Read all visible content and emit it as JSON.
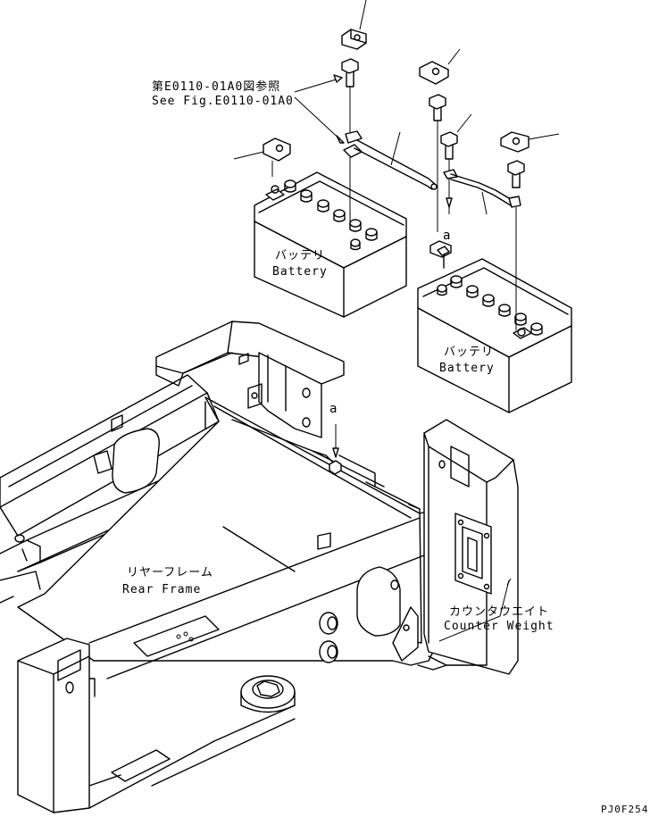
{
  "labels": {
    "reference_jp": "第E0110-01A0図参照",
    "reference_en": "See Fig.E0110-01A0",
    "battery_1_jp": "バッテリ",
    "battery_1_en": "Battery",
    "battery_2_jp": "バッテリ",
    "battery_2_en": "Battery",
    "rear_frame_jp": "リヤーフレーム",
    "rear_frame_en": "Rear Frame",
    "counterweight_jp": "カウンタウエイト",
    "counterweight_en": "Counter Weight",
    "callout_a_1": "a",
    "callout_a_2": "a",
    "drawing_code": "PJ0F254"
  }
}
